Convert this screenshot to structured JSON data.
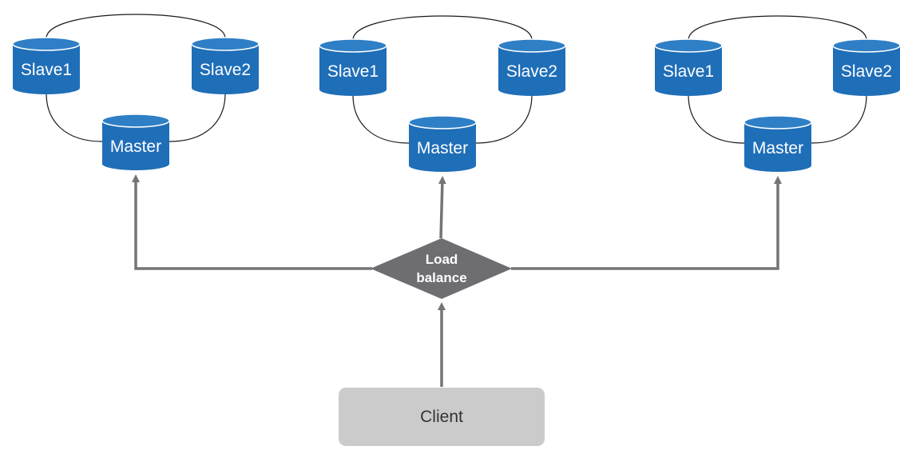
{
  "colors": {
    "cylinder_body": "#1f6eb8",
    "cylinder_top": "#2f7fc6",
    "cylinder_rim": "#ffffff",
    "connector_line": "#1a1a1a",
    "arrow": "#757575",
    "load_balancer": "#6d6d72",
    "client_box": "#cbcbcb"
  },
  "clusters": [
    {
      "slave1": "Slave1",
      "slave2": "Slave2",
      "master": "Master"
    },
    {
      "slave1": "Slave1",
      "slave2": "Slave2",
      "master": "Master"
    },
    {
      "slave1": "Slave1",
      "slave2": "Slave2",
      "master": "Master"
    }
  ],
  "load_balancer": {
    "line1": "Load",
    "line2": "balance"
  },
  "client": {
    "label": "Client"
  }
}
